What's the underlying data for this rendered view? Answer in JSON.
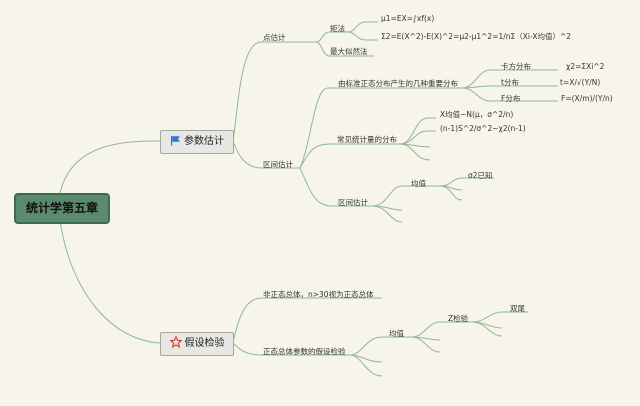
{
  "root": {
    "label": "统计学第五章"
  },
  "branch1": {
    "label": "参数估计",
    "point": {
      "label": "点估计",
      "moment": {
        "label": "矩法",
        "f1": "μ1=EX=∫xf(x)",
        "f2": "Σ2=E(X^2)-E(X)^2=μ2-μ1^2=1/nΣ（Xi-X均值）^2"
      },
      "mle": "最大似然法"
    },
    "interval": {
      "label": "区间估计",
      "dist": {
        "label": "由标准正态分布产生的几种重要分布",
        "chi": {
          "name": "卡方分布",
          "formula": "χ2=ΣXi^2"
        },
        "t": {
          "name": "t分布",
          "formula": "t=X/√(Y/N)"
        },
        "f": {
          "name": "F分布",
          "formula": "F=(X/m)/(Y/n)"
        }
      },
      "common": {
        "label": "常见统计量的分布",
        "f1": "X均值~N(μ，σ^2/n)",
        "f2": "(n-1)S^2/σ^2~χ2(n-1)"
      },
      "ie": {
        "label": "区间估计",
        "mean": "均值",
        "known": "σ2已知"
      }
    }
  },
  "branch2": {
    "label": "假设检验",
    "nonnormal": "非正态总体，n>30视为正态总体",
    "normal": {
      "label": "正态总体参数的假设检验",
      "mean": "均值",
      "z": "Z检验",
      "twotail": "双尾"
    }
  },
  "colors": {
    "line": "#8fb89a",
    "root": "#5b8a6e",
    "flag": "#2a7bd6",
    "star": "#d93a2b"
  }
}
